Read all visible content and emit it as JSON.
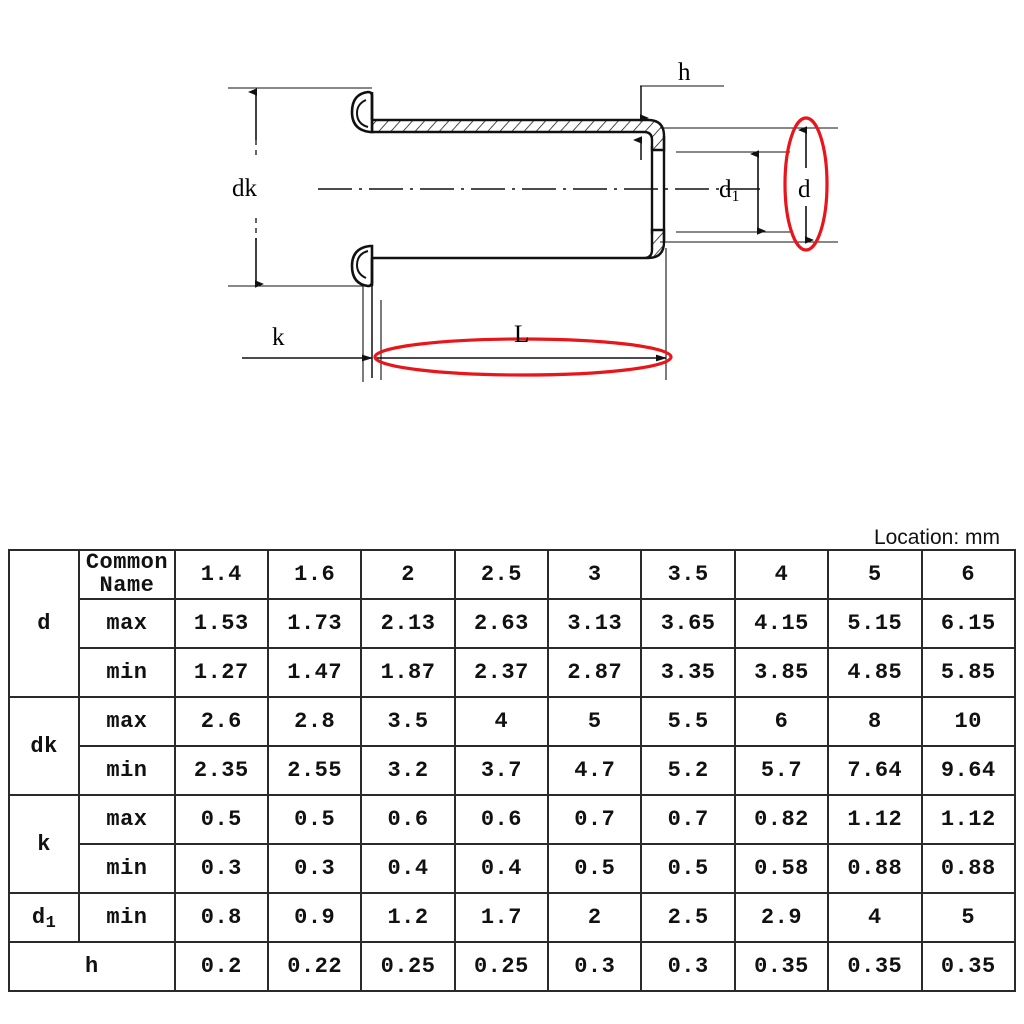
{
  "units_note": "Location: mm",
  "drawing": {
    "title": "tubular-rivet-cross-section",
    "labels": {
      "dk": "dk",
      "k": "k",
      "L": "L",
      "h": "h",
      "d1_main": "d",
      "d1_sub": "1",
      "d": "d"
    },
    "accent_color": "#e8151b",
    "line_color": "#111111"
  },
  "table": {
    "columns": [
      "1.4",
      "1.6",
      "2",
      "2.5",
      "3",
      "3.5",
      "4",
      "5",
      "6"
    ],
    "common_name_label": "Common Name",
    "common_name_line1": "Common",
    "common_name_line2": "Name",
    "groups": [
      {
        "name": "d",
        "sub": "",
        "rows": [
          {
            "label": "",
            "is_header": true,
            "values": [
              "1.4",
              "1.6",
              "2",
              "2.5",
              "3",
              "3.5",
              "4",
              "5",
              "6"
            ]
          },
          {
            "label": "max",
            "is_header": false,
            "values": [
              "1.53",
              "1.73",
              "2.13",
              "2.63",
              "3.13",
              "3.65",
              "4.15",
              "5.15",
              "6.15"
            ]
          },
          {
            "label": "min",
            "is_header": false,
            "values": [
              "1.27",
              "1.47",
              "1.87",
              "2.37",
              "2.87",
              "3.35",
              "3.85",
              "4.85",
              "5.85"
            ]
          }
        ]
      },
      {
        "name": "dk",
        "sub": "",
        "rows": [
          {
            "label": "max",
            "is_header": false,
            "values": [
              "2.6",
              "2.8",
              "3.5",
              "4",
              "5",
              "5.5",
              "6",
              "8",
              "10"
            ]
          },
          {
            "label": "min",
            "is_header": false,
            "values": [
              "2.35",
              "2.55",
              "3.2",
              "3.7",
              "4.7",
              "5.2",
              "5.7",
              "7.64",
              "9.64"
            ]
          }
        ]
      },
      {
        "name": "k",
        "sub": "",
        "rows": [
          {
            "label": "max",
            "is_header": false,
            "values": [
              "0.5",
              "0.5",
              "0.6",
              "0.6",
              "0.7",
              "0.7",
              "0.82",
              "1.12",
              "1.12"
            ]
          },
          {
            "label": "min",
            "is_header": false,
            "values": [
              "0.3",
              "0.3",
              "0.4",
              "0.4",
              "0.5",
              "0.5",
              "0.58",
              "0.88",
              "0.88"
            ]
          }
        ]
      },
      {
        "name": "d",
        "sub": "1",
        "rows": [
          {
            "label": "min",
            "is_header": false,
            "values": [
              "0.8",
              "0.9",
              "1.2",
              "1.7",
              "2",
              "2.5",
              "2.9",
              "4",
              "5"
            ]
          }
        ]
      },
      {
        "name": "h",
        "sub": "",
        "rows": [
          {
            "label": "",
            "is_header": false,
            "values": [
              "0.2",
              "0.22",
              "0.25",
              "0.25",
              "0.3",
              "0.3",
              "0.35",
              "0.35",
              "0.35"
            ]
          }
        ]
      }
    ]
  }
}
